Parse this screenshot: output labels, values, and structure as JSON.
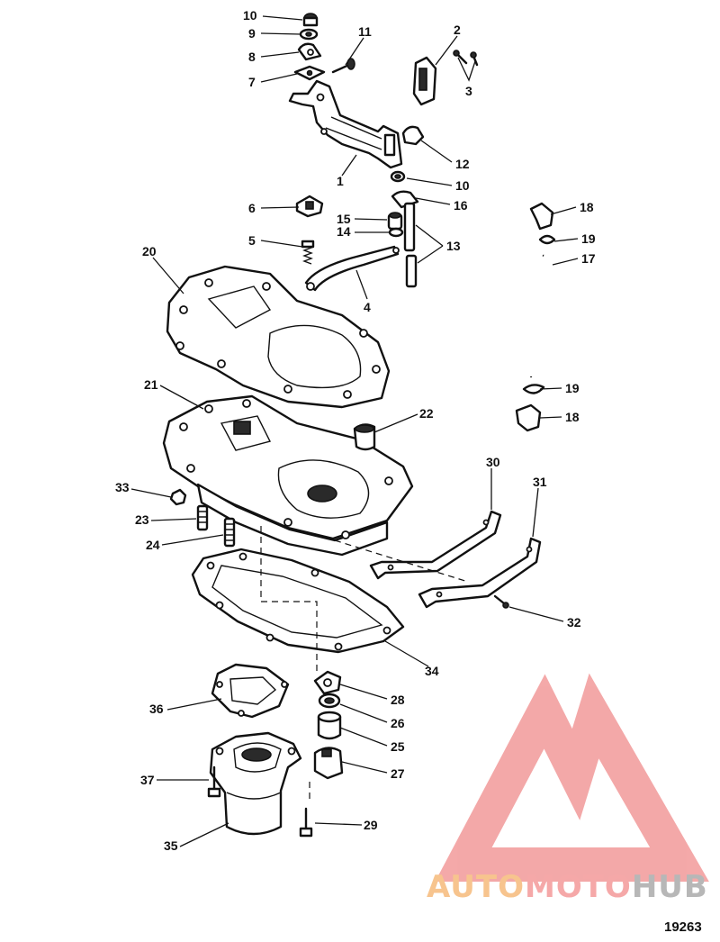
{
  "figure_number": "19263",
  "watermark": {
    "text_a": "AUTO",
    "text_b": "MOTO",
    "text_c": "HUB",
    "color_a": "#f7c48e",
    "color_b": "#f5a8a8",
    "color_c": "#b7b7b7",
    "logo_color": "#f29a9a"
  },
  "callouts": [
    {
      "id": "c10a",
      "label": "10"
    },
    {
      "id": "c9",
      "label": "9"
    },
    {
      "id": "c8",
      "label": "8"
    },
    {
      "id": "c7",
      "label": "7"
    },
    {
      "id": "c11",
      "label": "11"
    },
    {
      "id": "c2",
      "label": "2"
    },
    {
      "id": "c3",
      "label": "3"
    },
    {
      "id": "c12",
      "label": "12"
    },
    {
      "id": "c1",
      "label": "1"
    },
    {
      "id": "c10b",
      "label": "10"
    },
    {
      "id": "c16",
      "label": "16"
    },
    {
      "id": "c6",
      "label": "6"
    },
    {
      "id": "c15",
      "label": "15"
    },
    {
      "id": "c14",
      "label": "14"
    },
    {
      "id": "c5",
      "label": "5"
    },
    {
      "id": "c13",
      "label": "13"
    },
    {
      "id": "c18a",
      "label": "18"
    },
    {
      "id": "c19a",
      "label": "19"
    },
    {
      "id": "c17",
      "label": "17"
    },
    {
      "id": "c20",
      "label": "20"
    },
    {
      "id": "c4",
      "label": "4"
    },
    {
      "id": "c21",
      "label": "21"
    },
    {
      "id": "c22",
      "label": "22"
    },
    {
      "id": "c19b",
      "label": "19"
    },
    {
      "id": "c18b",
      "label": "18"
    },
    {
      "id": "c30",
      "label": "30"
    },
    {
      "id": "c31",
      "label": "31"
    },
    {
      "id": "c33",
      "label": "33"
    },
    {
      "id": "c23",
      "label": "23"
    },
    {
      "id": "c24",
      "label": "24"
    },
    {
      "id": "c32",
      "label": "32"
    },
    {
      "id": "c34",
      "label": "34"
    },
    {
      "id": "c28",
      "label": "28"
    },
    {
      "id": "c36",
      "label": "36"
    },
    {
      "id": "c26",
      "label": "26"
    },
    {
      "id": "c25",
      "label": "25"
    },
    {
      "id": "c27",
      "label": "27"
    },
    {
      "id": "c37",
      "label": "37"
    },
    {
      "id": "c29",
      "label": "29"
    },
    {
      "id": "c35",
      "label": "35"
    }
  ]
}
